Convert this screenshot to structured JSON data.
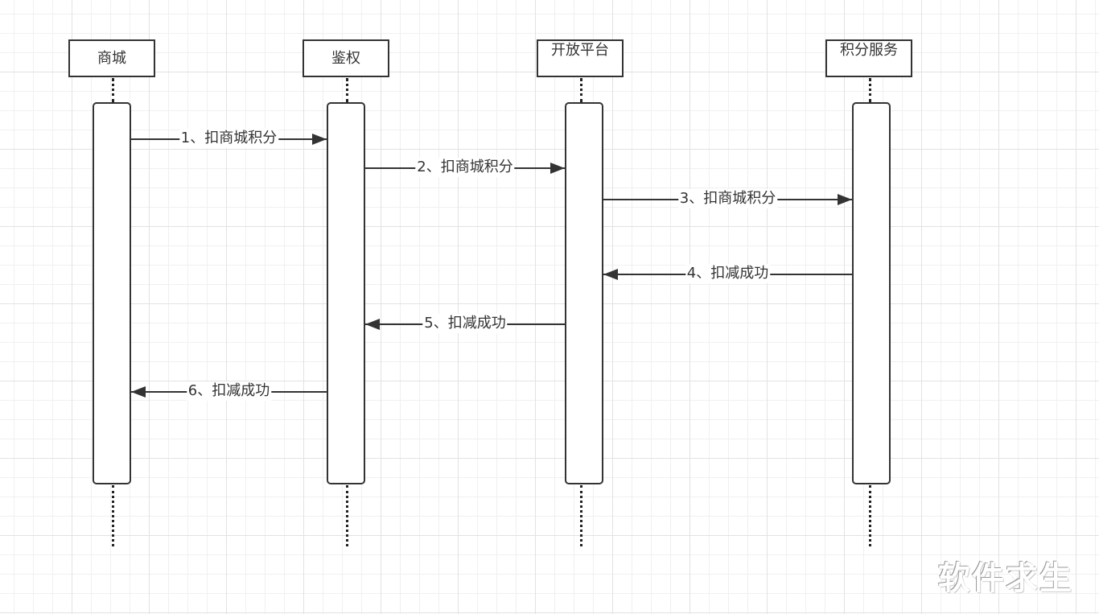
{
  "diagram": {
    "type": "sequence",
    "participants": [
      {
        "id": "mall",
        "label": "商城"
      },
      {
        "id": "auth",
        "label": "鉴权"
      },
      {
        "id": "open_platform",
        "label": "开放平台"
      },
      {
        "id": "points_service",
        "label": "积分服务"
      }
    ],
    "messages": [
      {
        "step": 1,
        "from": "mall",
        "to": "auth",
        "label": "1、扣商城积分",
        "direction": "request"
      },
      {
        "step": 2,
        "from": "auth",
        "to": "open_platform",
        "label": "2、扣商城积分",
        "direction": "request"
      },
      {
        "step": 3,
        "from": "open_platform",
        "to": "points_service",
        "label": "3、扣商城积分",
        "direction": "request"
      },
      {
        "step": 4,
        "from": "points_service",
        "to": "open_platform",
        "label": "4、扣减成功",
        "direction": "response"
      },
      {
        "step": 5,
        "from": "open_platform",
        "to": "auth",
        "label": "5、扣减成功",
        "direction": "response"
      },
      {
        "step": 6,
        "from": "auth",
        "to": "mall",
        "label": "6、扣减成功",
        "direction": "response"
      }
    ]
  },
  "watermark": "软件求生",
  "colors": {
    "stroke": "#333333",
    "background": "#ffffff",
    "grid": "#e2e2e2"
  }
}
